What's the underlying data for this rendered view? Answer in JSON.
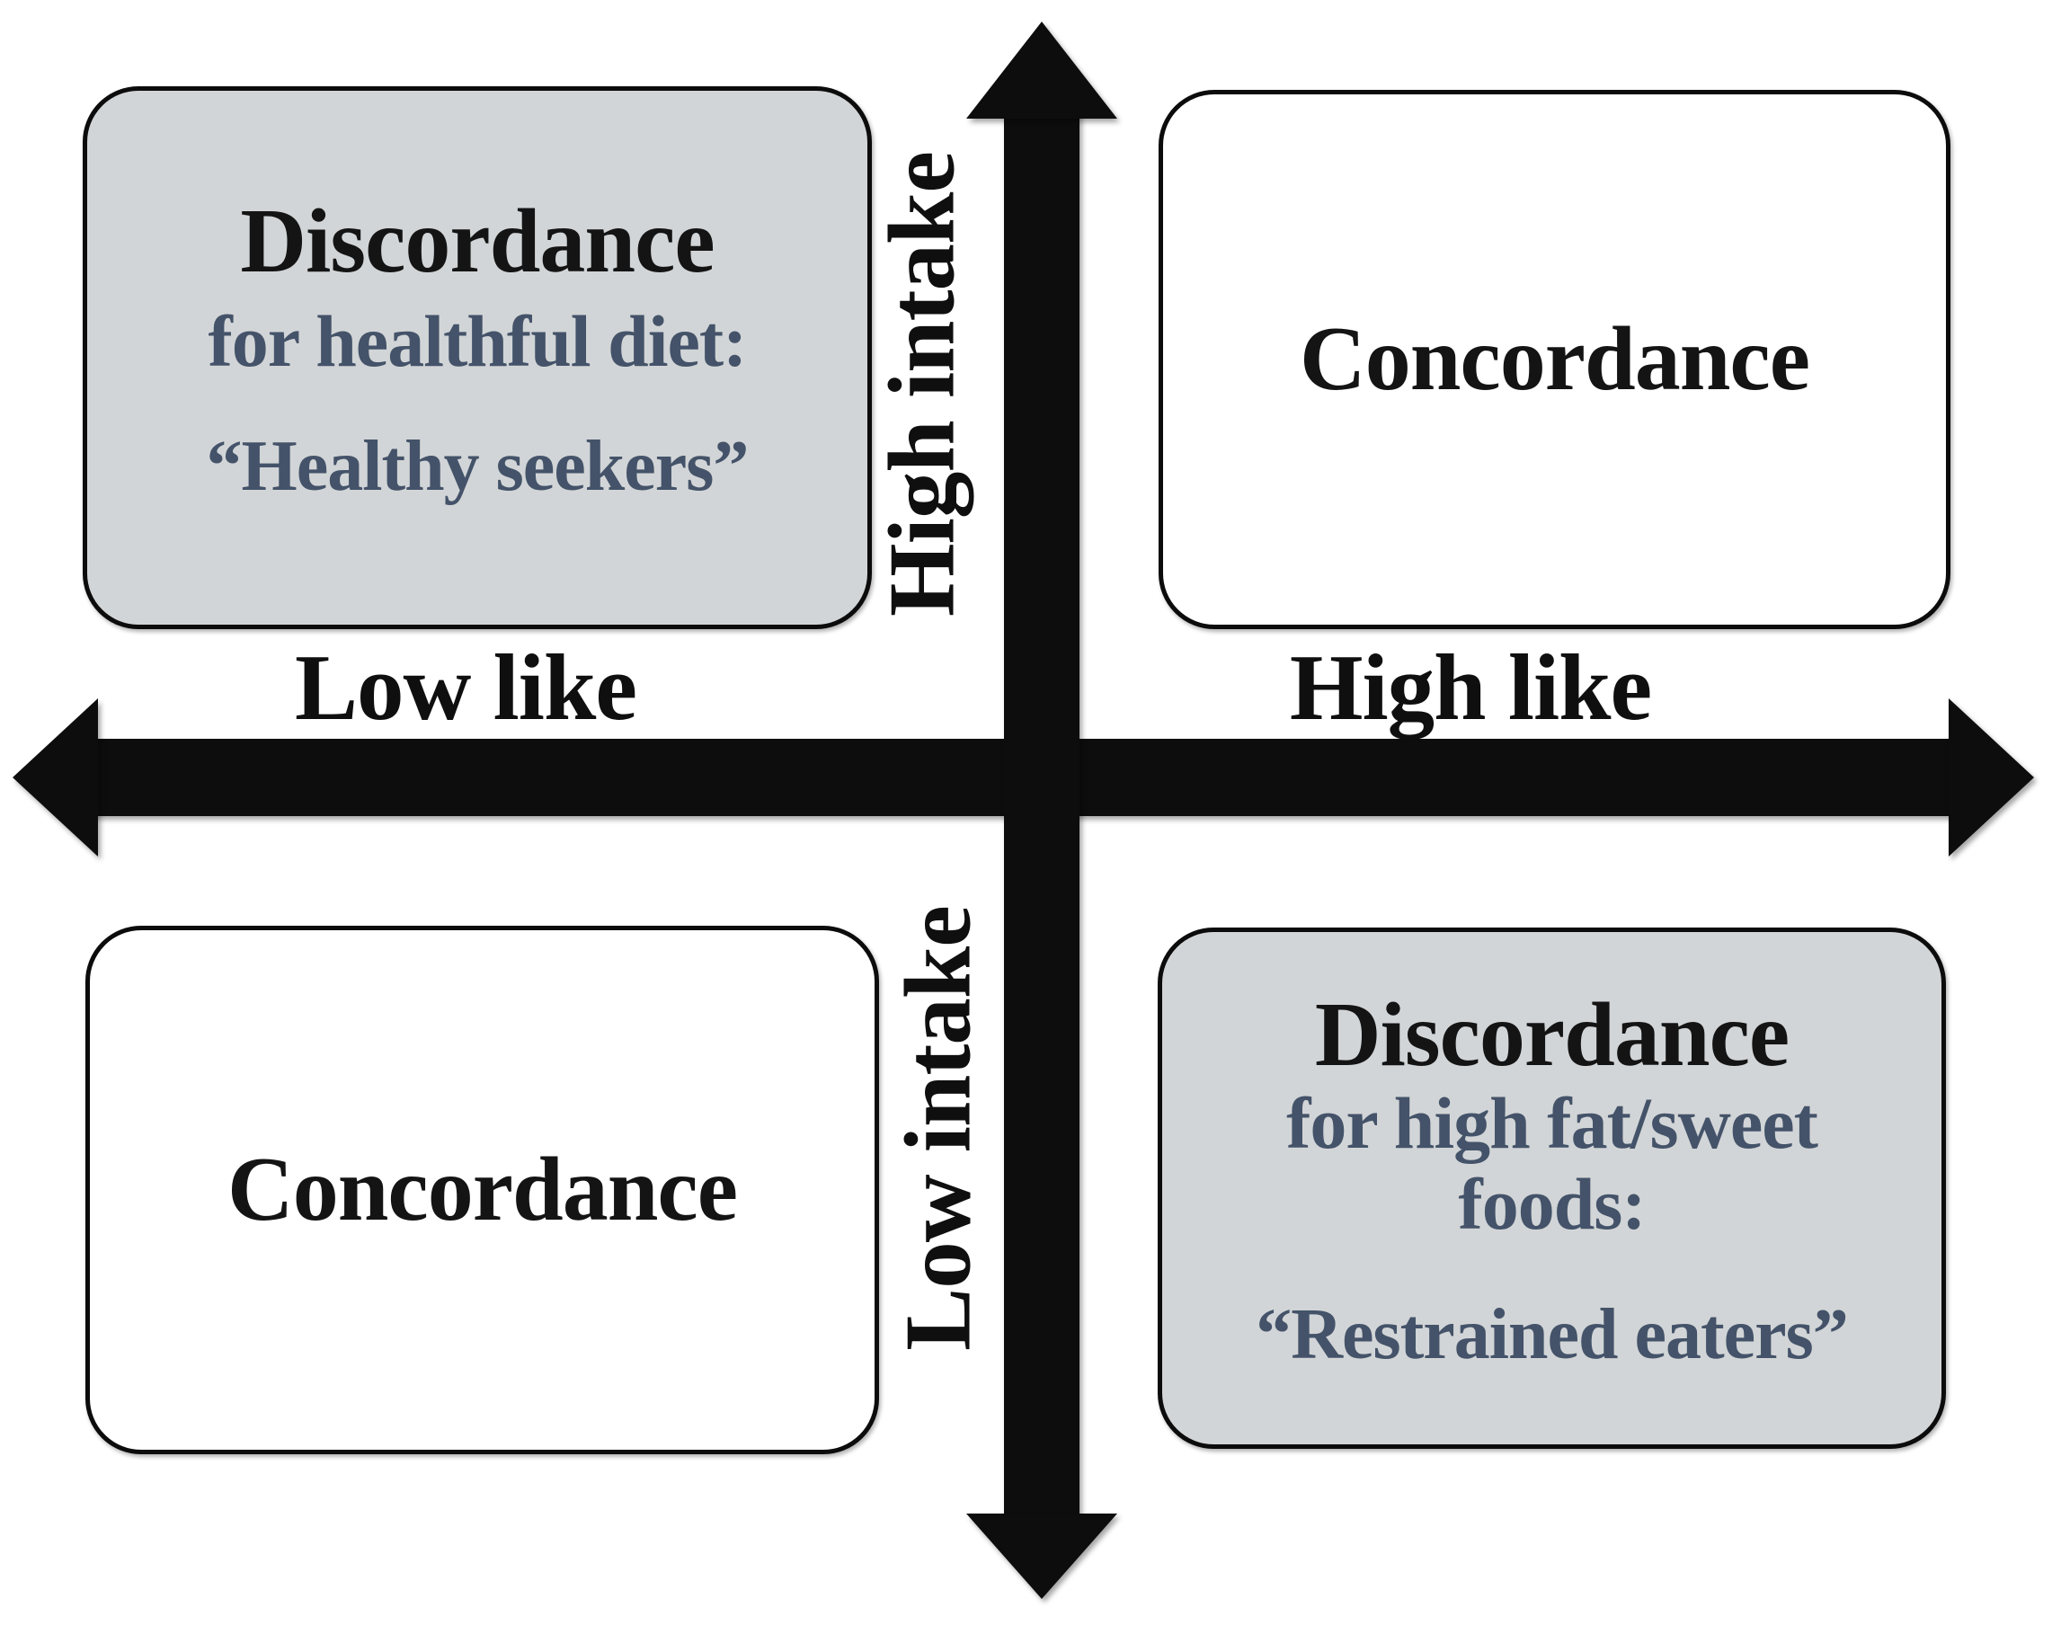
{
  "diagram": {
    "axes": {
      "y_positive": "High intake",
      "y_negative": "Low intake",
      "x_negative": "Low like",
      "x_positive": "High like"
    },
    "quadrants": {
      "top_left": {
        "title": "Discordance",
        "subtitle": "for healthful diet:",
        "quote": "“Healthy seekers”"
      },
      "top_right": {
        "title": "Concordance"
      },
      "bottom_left": {
        "title": "Concordance"
      },
      "bottom_right": {
        "title": "Discordance",
        "subtitle": "for high fat/sweet foods:",
        "quote": "“Restrained eaters”"
      }
    },
    "colors": {
      "discordance_fill": "#d2d5d7",
      "concordance_fill": "#ffffff",
      "box_border": "#0c0c0c",
      "title_text": "#141414",
      "accent_text": "#445369",
      "arrow": "#0d0d0d"
    }
  }
}
